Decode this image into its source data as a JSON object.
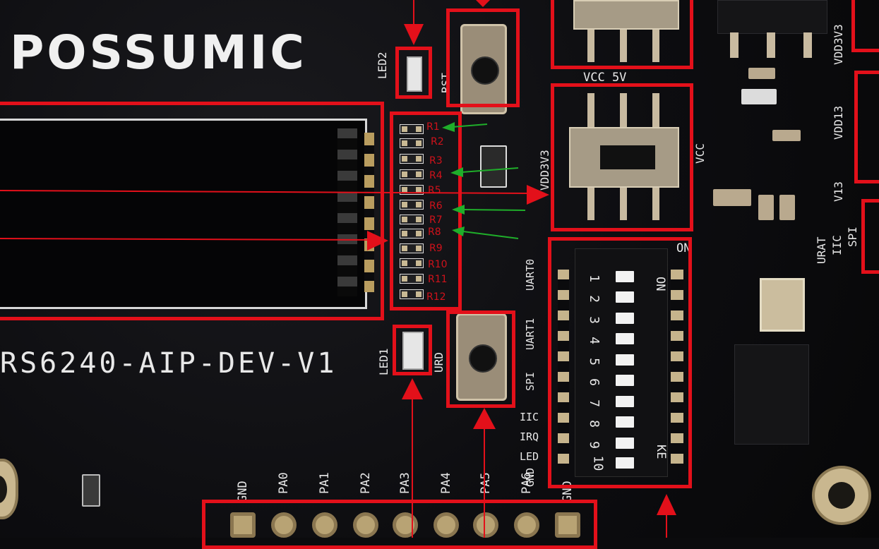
{
  "brand": {
    "logo_text": "POSSUMIC"
  },
  "board_name": "RS6240-AIP-DEV-V1",
  "silkscreen": {
    "led2": "LED2",
    "led1": "LED1",
    "rst": "RST",
    "urd": "URD",
    "vcc_5v": "VCC 5V",
    "vdd3v3": "VDD3V3",
    "vcc": "VCC",
    "on": "ON",
    "on2": "ON",
    "ke": "KE",
    "uart0": "UART0",
    "uart1": "UART1",
    "spi": "SPI",
    "iic": "IIC",
    "irq": "IRQ",
    "led": "LED",
    "gnd": "GND",
    "right_labels": [
      "VDD3V3",
      "VDD13",
      "V13",
      "URAT",
      "IIC",
      "SPI"
    ],
    "header_pins": [
      "GND",
      "PA0",
      "PA1",
      "PA2",
      "PA3",
      "PA4",
      "PA5",
      "PA6",
      "GND"
    ],
    "dip_numbers": [
      "1",
      "2",
      "3",
      "4",
      "5",
      "6",
      "7",
      "8",
      "9",
      "10"
    ]
  },
  "resistor_labels": [
    "R1",
    "R2",
    "R3",
    "R4",
    "R5",
    "R6",
    "R7",
    "R8",
    "R9",
    "R10",
    "R11",
    "R12"
  ],
  "colors": {
    "annotation_red": "#e3101a",
    "annotation_green": "#1fae2a",
    "pcb": "#0b0b0d",
    "silkscreen": "#e8e8e8"
  }
}
